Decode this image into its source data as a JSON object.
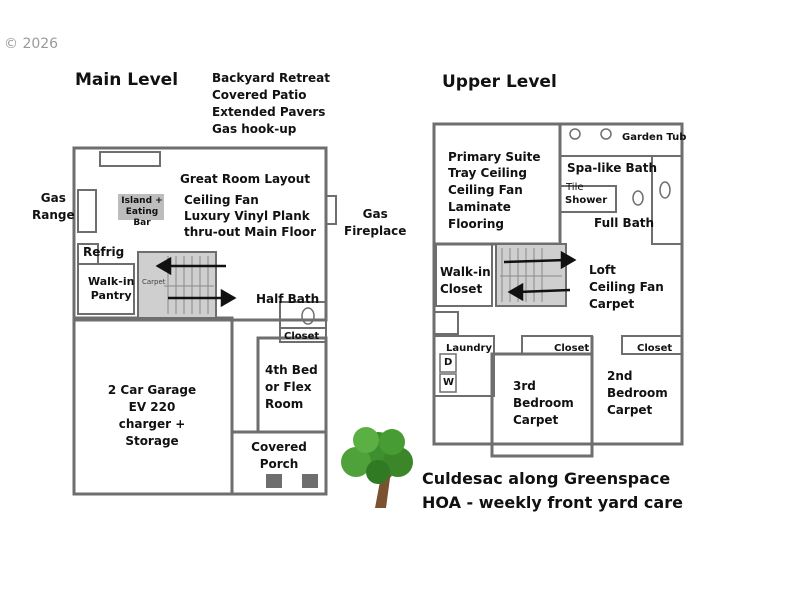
{
  "copyright": "© 2026",
  "main_level": {
    "title": "Main Level",
    "backyard_notes": [
      "Backyard Retreat",
      "Covered Patio",
      "Extended Pavers",
      "Gas hook-up"
    ],
    "great_room": "Great Room Layout",
    "great_room_features": [
      "Ceiling Fan",
      "Luxury Vinyl Plank",
      "thru-out Main Floor"
    ],
    "island": "Island +\nEating Bar",
    "gas_range": "Gas\nRange",
    "gas_fireplace": "Gas\nFireplace",
    "refrig": "Refrig",
    "pantry": "Walk-in\nPantry",
    "stair_carpet": "Carpet",
    "half_bath": "Half Bath",
    "closet": "Closet",
    "flex_room": "4th Bed\nor Flex\nRoom",
    "garage": "2 Car Garage\nEV 220\ncharger +\nStorage",
    "porch": "Covered\nPorch"
  },
  "upper_level": {
    "title": "Upper Level",
    "primary_suite": "Primary Suite",
    "primary_features": "Tray Ceiling\nCeiling Fan\nLaminate\nFlooring",
    "garden_tub": "Garden Tub",
    "spa_bath": "Spa-like Bath",
    "tile": "Tile",
    "shower": "Shower",
    "full_bath": "Full Bath",
    "walk_in_closet": "Walk-in\nCloset",
    "loft": "Loft\nCeiling Fan\nCarpet",
    "laundry": "Laundry",
    "washer": "W",
    "dryer": "D",
    "closet_left": "Closet",
    "closet_right": "Closet",
    "bedroom3": "3rd\nBedroom\nCarpet",
    "bedroom2": "2nd\nBedroom\nCarpet"
  },
  "footer_notes": [
    "Culdesac along Greenspace",
    "HOA - weekly front yard care"
  ],
  "colors": {
    "wall": "#6e6e6e",
    "stair": "#bdbdbd",
    "tree_foliage": "#3f8f2e",
    "tree_trunk": "#7a5230"
  }
}
